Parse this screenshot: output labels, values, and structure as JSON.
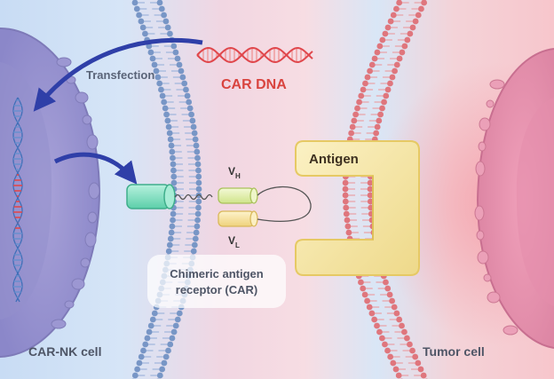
{
  "labels": {
    "transfection": "Transfection",
    "car_dna": "CAR DNA",
    "antigen": "Antigen",
    "vh_main": "V",
    "vh_sub": "H",
    "vl_main": "V",
    "vl_sub": "L",
    "car_line1": "Chimeric antigen",
    "car_line2": "receptor (CAR)",
    "nk_cell": "CAR-NK cell",
    "tumor_cell": "Tumor cell"
  },
  "colors": {
    "nk_membrane": "#7a9ccc",
    "tumor_membrane": "#e07a80",
    "dna": "#e0474c",
    "arrow": "#2f3fa8",
    "antigen_fill": "#f6e7a6",
    "vh_fill": "#e6f2b0",
    "vl_fill": "#f9e6a4",
    "transmembrane_fill": "#7fe0c2"
  }
}
